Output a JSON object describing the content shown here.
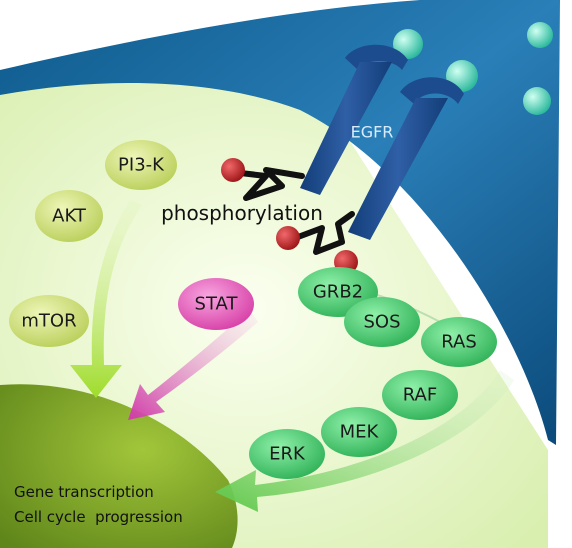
{
  "receptor": {
    "label": "EGFR"
  },
  "phosphorylation": {
    "label": "phosphorylation"
  },
  "pathway_left": {
    "pi3k": "PI3-K",
    "akt": "AKT",
    "mtor": "mTOR"
  },
  "pathway_middle": {
    "stat": "STAT"
  },
  "pathway_right": {
    "grb2": "GRB2",
    "sos": "SOS",
    "ras": "RAS",
    "raf": "RAF",
    "mek": "MEK",
    "erk": "ERK"
  },
  "nucleus": {
    "line1": "Gene transcription",
    "line2": "Cell cycle  progression"
  },
  "colors": {
    "membrane": "#1e5f96",
    "cytoplasm": "#e8f6c8",
    "nucleus": "#7da51e",
    "yellow_green_node": "#c8dc6a",
    "green_node": "#3cbf62",
    "pink_node": "#e34fb5",
    "ligand": "#3fcfb0",
    "phospho_red": "#b31f22"
  }
}
